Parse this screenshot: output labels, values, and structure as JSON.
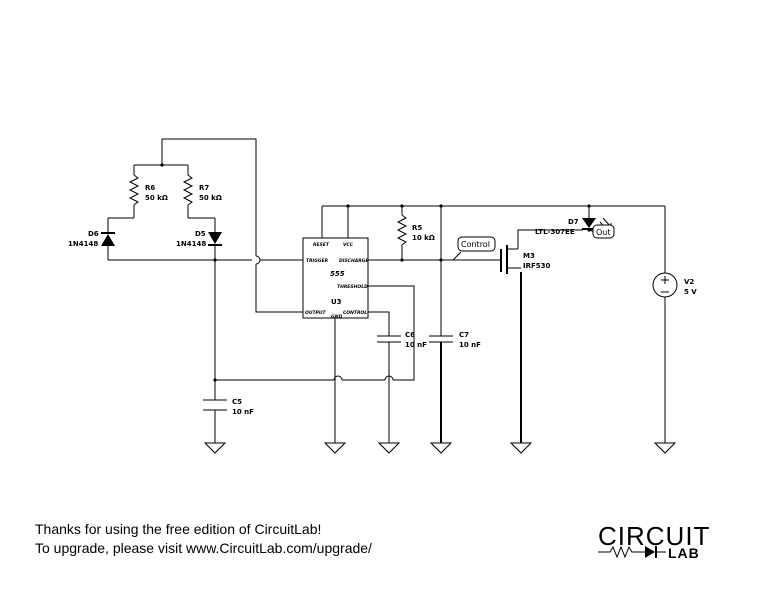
{
  "components": {
    "r6": {
      "ref": "R6",
      "value": "50 kΩ"
    },
    "r7": {
      "ref": "R7",
      "value": "50 kΩ"
    },
    "d6": {
      "ref": "D6",
      "value": "1N4148"
    },
    "d5": {
      "ref": "D5",
      "value": "1N4148"
    },
    "r5": {
      "ref": "R5",
      "value": "10 kΩ"
    },
    "c5": {
      "ref": "C5",
      "value": "10 nF"
    },
    "c6": {
      "ref": "C6",
      "value": "10 nF"
    },
    "c7": {
      "ref": "C7",
      "value": "10 nF"
    },
    "m3": {
      "ref": "M3",
      "value": "IRF530"
    },
    "d7": {
      "ref": "D7",
      "value": "LTL-307EE"
    },
    "v2": {
      "ref": "V2",
      "value": "5 V"
    },
    "u3": {
      "ref": "U3",
      "part": "555",
      "pins": {
        "reset": "RESET",
        "vcc": "VCC",
        "trigger": "TRIGGER",
        "discharge": "DISCHARGE",
        "threshold": "THRESHOLD",
        "output": "OUTPUT",
        "gnd": "GND",
        "control": "CONTROL"
      }
    }
  },
  "net_tags": {
    "control": "Control",
    "out": "Out"
  },
  "footer": {
    "line1": "Thanks for using the free edition of CircuitLab!",
    "line2": "To upgrade, please visit www.CircuitLab.com/upgrade/"
  },
  "logo": {
    "top": "CIRCUIT",
    "bottom": "LAB"
  }
}
